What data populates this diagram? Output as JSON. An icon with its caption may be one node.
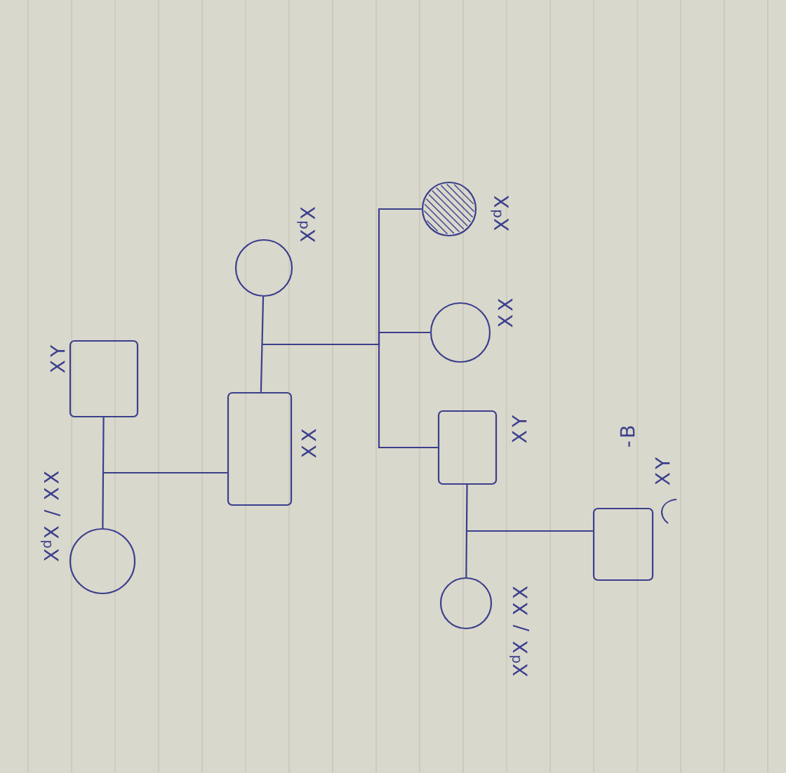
{
  "diagram": {
    "nodes": [
      {
        "text": [],
        "shape": "box",
        "beside": [
          "XY"
        ]
      },
      {
        "text": [],
        "shape": "circle",
        "beside": [
          "X$^{d}$X / XX"
        ]
      },
      {
        "text": [],
        "shape": "box",
        "beside": [
          "XX"
        ]
      },
      {
        "text": [],
        "shape": "circle",
        "beside": [
          "X$^{d}$X"
        ]
      },
      {
        "text": [],
        "shape": "circle",
        "beside": [
          "X$^{d}$X"
        ]
      },
      {
        "text": [],
        "shape": "circle",
        "beside": [
          "XX"
        ]
      },
      {
        "text": [],
        "shape": "box",
        "beside": [
          "XY"
        ]
      },
      {
        "text": [],
        "shape": "box",
        "beside": [
          "-B",
          "XY"
        ]
      },
      {
        "text": [],
        "shape": "circle",
        "beside": [
          "X$^{d}$X / XX"
        ]
      }
    ],
    "edges": [
      {
        "from": 0,
        "to": 1,
        "arrow": "none"
      },
      {
        "from": 0,
        "to": 2,
        "arrow": "none"
      },
      {
        "from": 1,
        "to": 2,
        "arrow": "none"
      },
      {
        "from": 2,
        "to": 3,
        "arrow": "none"
      },
      {
        "from": 2,
        "to": 4,
        "arrow": "none"
      },
      {
        "from": 3,
        "to": 4,
        "arrow": "none"
      },
      {
        "from": 2,
        "to": 5,
        "arrow": "none"
      },
      {
        "from": 3,
        "to": 5,
        "arrow": "none"
      },
      {
        "from": 2,
        "to": 6,
        "arrow": "none"
      },
      {
        "from": 3,
        "to": 6,
        "arrow": "none"
      },
      {
        "from": 6,
        "to": 8,
        "arrow": "none"
      },
      {
        "from": 6,
        "to": 7,
        "arrow": "none"
      },
      {
        "from": 8,
        "to": 7,
        "arrow": "none"
      }
    ]
  }
}
